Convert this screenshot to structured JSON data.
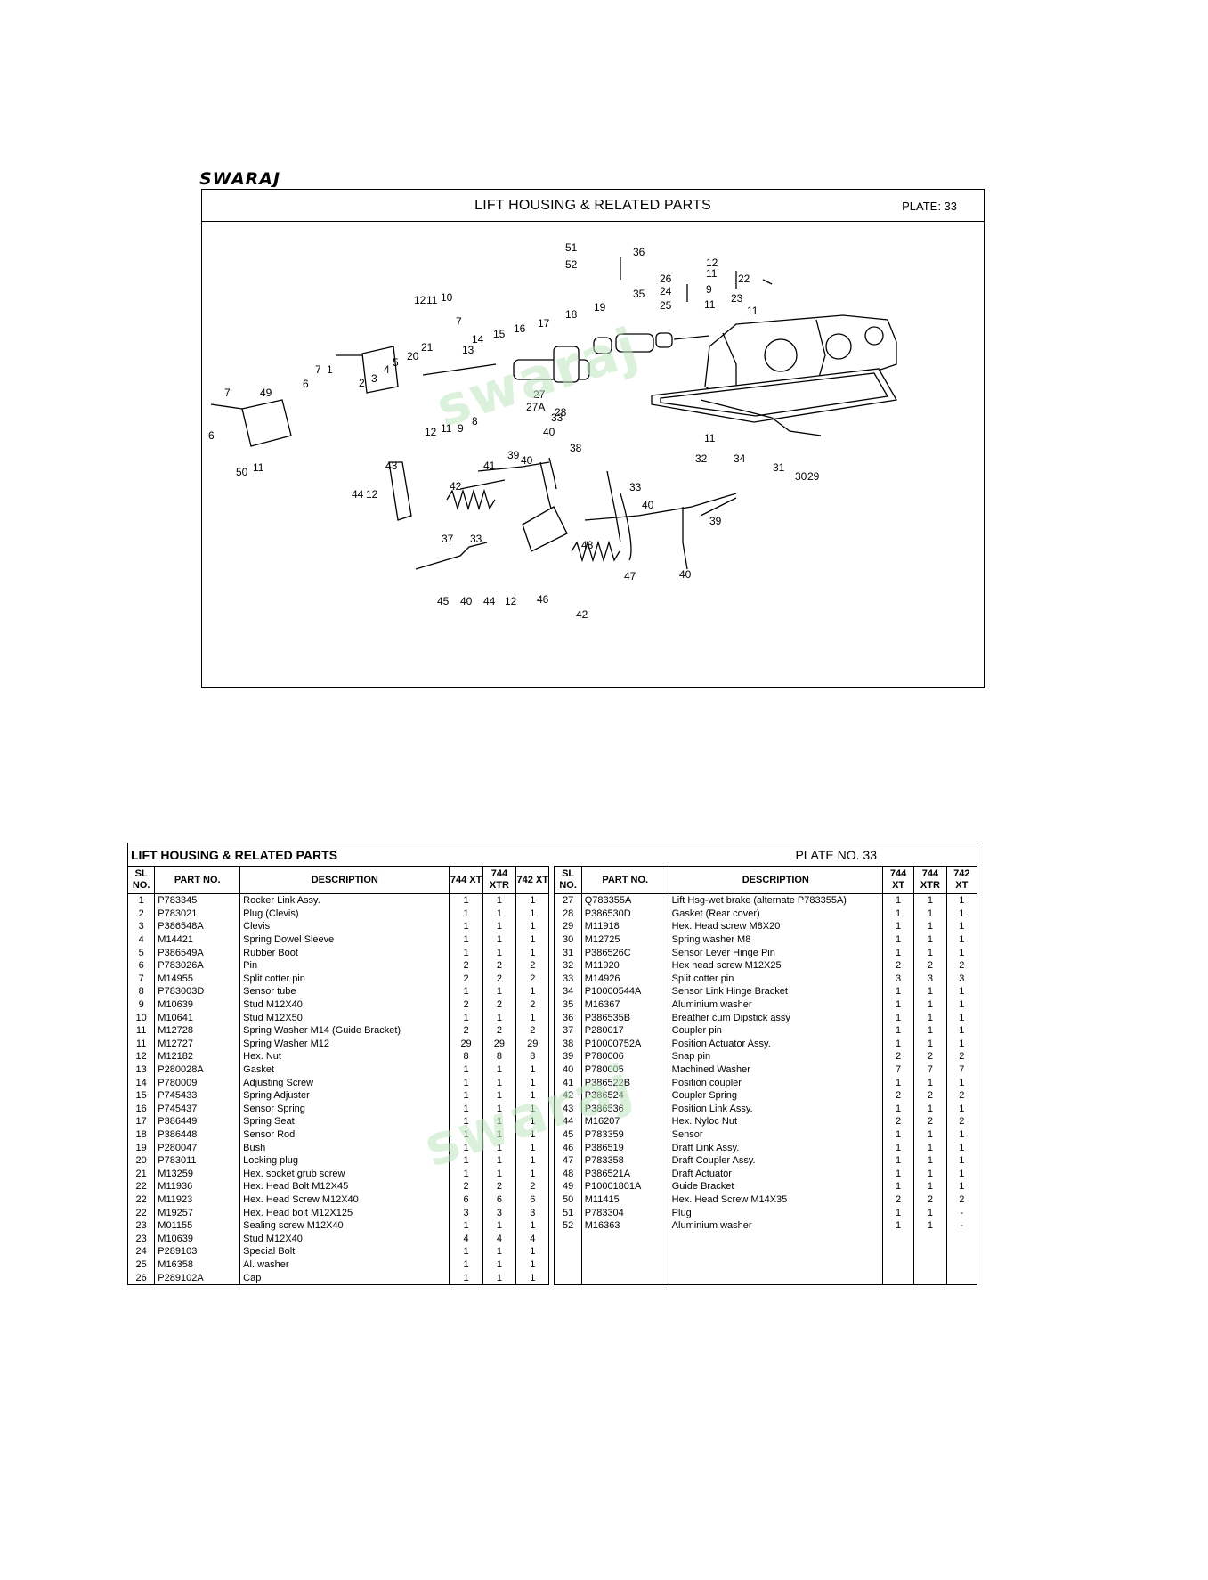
{
  "logo_text": "SWARAJ",
  "plate": {
    "title": "LIFT HOUSING & RELATED PARTS",
    "plate_label": "PLATE: 33",
    "callouts": [
      "1",
      "2",
      "3",
      "4",
      "5",
      "6",
      "7",
      "8",
      "9",
      "10",
      "11",
      "12",
      "13",
      "14",
      "15",
      "16",
      "17",
      "18",
      "19",
      "20",
      "21",
      "22",
      "23",
      "24",
      "25",
      "26",
      "27",
      "27A",
      "28",
      "29",
      "30",
      "31",
      "32",
      "33",
      "34",
      "35",
      "36",
      "37",
      "38",
      "39",
      "40",
      "41",
      "42",
      "43",
      "44",
      "45",
      "46",
      "47",
      "48",
      "49",
      "50",
      "51",
      "52"
    ]
  },
  "table": {
    "title": "LIFT HOUSING & RELATED PARTS",
    "plate_no": "PLATE NO. 33",
    "headers": {
      "sl": "SL NO.",
      "part": "PART NO.",
      "desc": "DESCRIPTION",
      "c1": "744 XT",
      "c2": "744 XTR",
      "c3": "742 XT"
    },
    "left_rows": [
      [
        "1",
        "P783345",
        "Rocker Link Assy.",
        "1",
        "1",
        "1"
      ],
      [
        "2",
        "P783021",
        "Plug (Clevis)",
        "1",
        "1",
        "1"
      ],
      [
        "3",
        "P386548A",
        "Clevis",
        "1",
        "1",
        "1"
      ],
      [
        "4",
        "M14421",
        "Spring Dowel Sleeve",
        "1",
        "1",
        "1"
      ],
      [
        "5",
        "P386549A",
        "Rubber Boot",
        "1",
        "1",
        "1"
      ],
      [
        "6",
        "P783026A",
        "Pin",
        "2",
        "2",
        "2"
      ],
      [
        "7",
        "M14955",
        "Split cotter pin",
        "2",
        "2",
        "2"
      ],
      [
        "8",
        "P783003D",
        "Sensor tube",
        "1",
        "1",
        "1"
      ],
      [
        "9",
        "M10639",
        "Stud M12X40",
        "2",
        "2",
        "2"
      ],
      [
        "10",
        "M10641",
        "Stud M12X50",
        "1",
        "1",
        "1"
      ],
      [
        "11",
        "M12728",
        "Spring Washer M14  (Guide Bracket)",
        "2",
        "2",
        "2"
      ],
      [
        "11",
        "M12727",
        "Spring Washer M12",
        "29",
        "29",
        "29"
      ],
      [
        "12",
        "M12182",
        "Hex. Nut",
        "8",
        "8",
        "8"
      ],
      [
        "13",
        "P280028A",
        "Gasket",
        "1",
        "1",
        "1"
      ],
      [
        "14",
        "P780009",
        "Adjusting Screw",
        "1",
        "1",
        "1"
      ],
      [
        "15",
        "P745433",
        "Spring Adjuster",
        "1",
        "1",
        "1"
      ],
      [
        "16",
        "P745437",
        "Sensor Spring",
        "1",
        "1",
        "1"
      ],
      [
        "17",
        "P386449",
        "Spring Seat",
        "1",
        "1",
        "1"
      ],
      [
        "18",
        "P386448",
        "Sensor Rod",
        "1",
        "1",
        "1"
      ],
      [
        "19",
        "P280047",
        "Bush",
        "1",
        "1",
        "1"
      ],
      [
        "20",
        "P783011",
        "Locking plug",
        "1",
        "1",
        "1"
      ],
      [
        "21",
        "M13259",
        "Hex. socket grub screw",
        "1",
        "1",
        "1"
      ],
      [
        "22",
        "M11936",
        "Hex. Head Bolt M12X45",
        "2",
        "2",
        "2"
      ],
      [
        "22",
        "M11923",
        "Hex. Head Screw M12X40",
        "6",
        "6",
        "6"
      ],
      [
        "22",
        "M19257",
        "Hex. Head bolt M12X125",
        "3",
        "3",
        "3"
      ],
      [
        "23",
        "M01155",
        "Sealing screw M12X40",
        "1",
        "1",
        "1"
      ],
      [
        "23",
        "M10639",
        "Stud M12X40",
        "4",
        "4",
        "4"
      ],
      [
        "24",
        "P289103",
        "Special Bolt",
        "1",
        "1",
        "1"
      ],
      [
        "25",
        "M16358",
        "Al. washer",
        "1",
        "1",
        "1"
      ],
      [
        "26",
        "P289102A",
        "Cap",
        "1",
        "1",
        "1"
      ]
    ],
    "right_rows": [
      [
        "27",
        "Q783355A",
        "Lift Hsg-wet brake (alternate P783355A)",
        "1",
        "1",
        "1"
      ],
      [
        "28",
        "P386530D",
        "Gasket (Rear cover)",
        "1",
        "1",
        "1"
      ],
      [
        "29",
        "M11918",
        "Hex. Head screw M8X20",
        "1",
        "1",
        "1"
      ],
      [
        "30",
        "M12725",
        "Spring washer M8",
        "1",
        "1",
        "1"
      ],
      [
        "31",
        "P386526C",
        "Sensor Lever Hinge Pin",
        "1",
        "1",
        "1"
      ],
      [
        "32",
        "M11920",
        "Hex head screw M12X25",
        "2",
        "2",
        "2"
      ],
      [
        "33",
        "M14926",
        "Split cotter pin",
        "3",
        "3",
        "3"
      ],
      [
        "34",
        "P10000544A",
        "Sensor Link Hinge Bracket",
        "1",
        "1",
        "1"
      ],
      [
        "35",
        "M16367",
        "Aluminium washer",
        "1",
        "1",
        "1"
      ],
      [
        "36",
        "P386535B",
        "Breather cum Dipstick assy",
        "1",
        "1",
        "1"
      ],
      [
        "37",
        "P280017",
        "Coupler pin",
        "1",
        "1",
        "1"
      ],
      [
        "38",
        "P10000752A",
        "Position Actuator Assy.",
        "1",
        "1",
        "1"
      ],
      [
        "39",
        "P780006",
        "Snap pin",
        "2",
        "2",
        "2"
      ],
      [
        "40",
        "P780005",
        "Machined Washer",
        "7",
        "7",
        "7"
      ],
      [
        "41",
        "P386522B",
        "Position coupler",
        "1",
        "1",
        "1"
      ],
      [
        "42",
        "P386524",
        "Coupler Spring",
        "2",
        "2",
        "2"
      ],
      [
        "43",
        "P386536",
        "Position Link Assy.",
        "1",
        "1",
        "1"
      ],
      [
        "44",
        "M16207",
        "Hex. Nyloc Nut",
        "2",
        "2",
        "2"
      ],
      [
        "45",
        "P783359",
        "Sensor",
        "1",
        "1",
        "1"
      ],
      [
        "46",
        "P386519",
        "Draft Link Assy.",
        "1",
        "1",
        "1"
      ],
      [
        "47",
        "P783358",
        "Draft Coupler Assy.",
        "1",
        "1",
        "1"
      ],
      [
        "48",
        "P386521A",
        "Draft Actuator",
        "1",
        "1",
        "1"
      ],
      [
        "49",
        "P10001801A",
        "Guide Bracket",
        "1",
        "1",
        "1"
      ],
      [
        "50",
        "M11415",
        "Hex. Head Screw M14X35",
        "2",
        "2",
        "2"
      ],
      [
        "51",
        "P783304",
        "Plug",
        "1",
        "1",
        "-"
      ],
      [
        "52",
        "M16363",
        "Aluminium washer",
        "1",
        "1",
        "-"
      ],
      [
        "",
        "",
        "",
        "",
        "",
        ""
      ],
      [
        "",
        "",
        "",
        "",
        "",
        ""
      ],
      [
        "",
        "",
        "",
        "",
        "",
        ""
      ],
      [
        "",
        "",
        "",
        "",
        "",
        ""
      ]
    ]
  }
}
